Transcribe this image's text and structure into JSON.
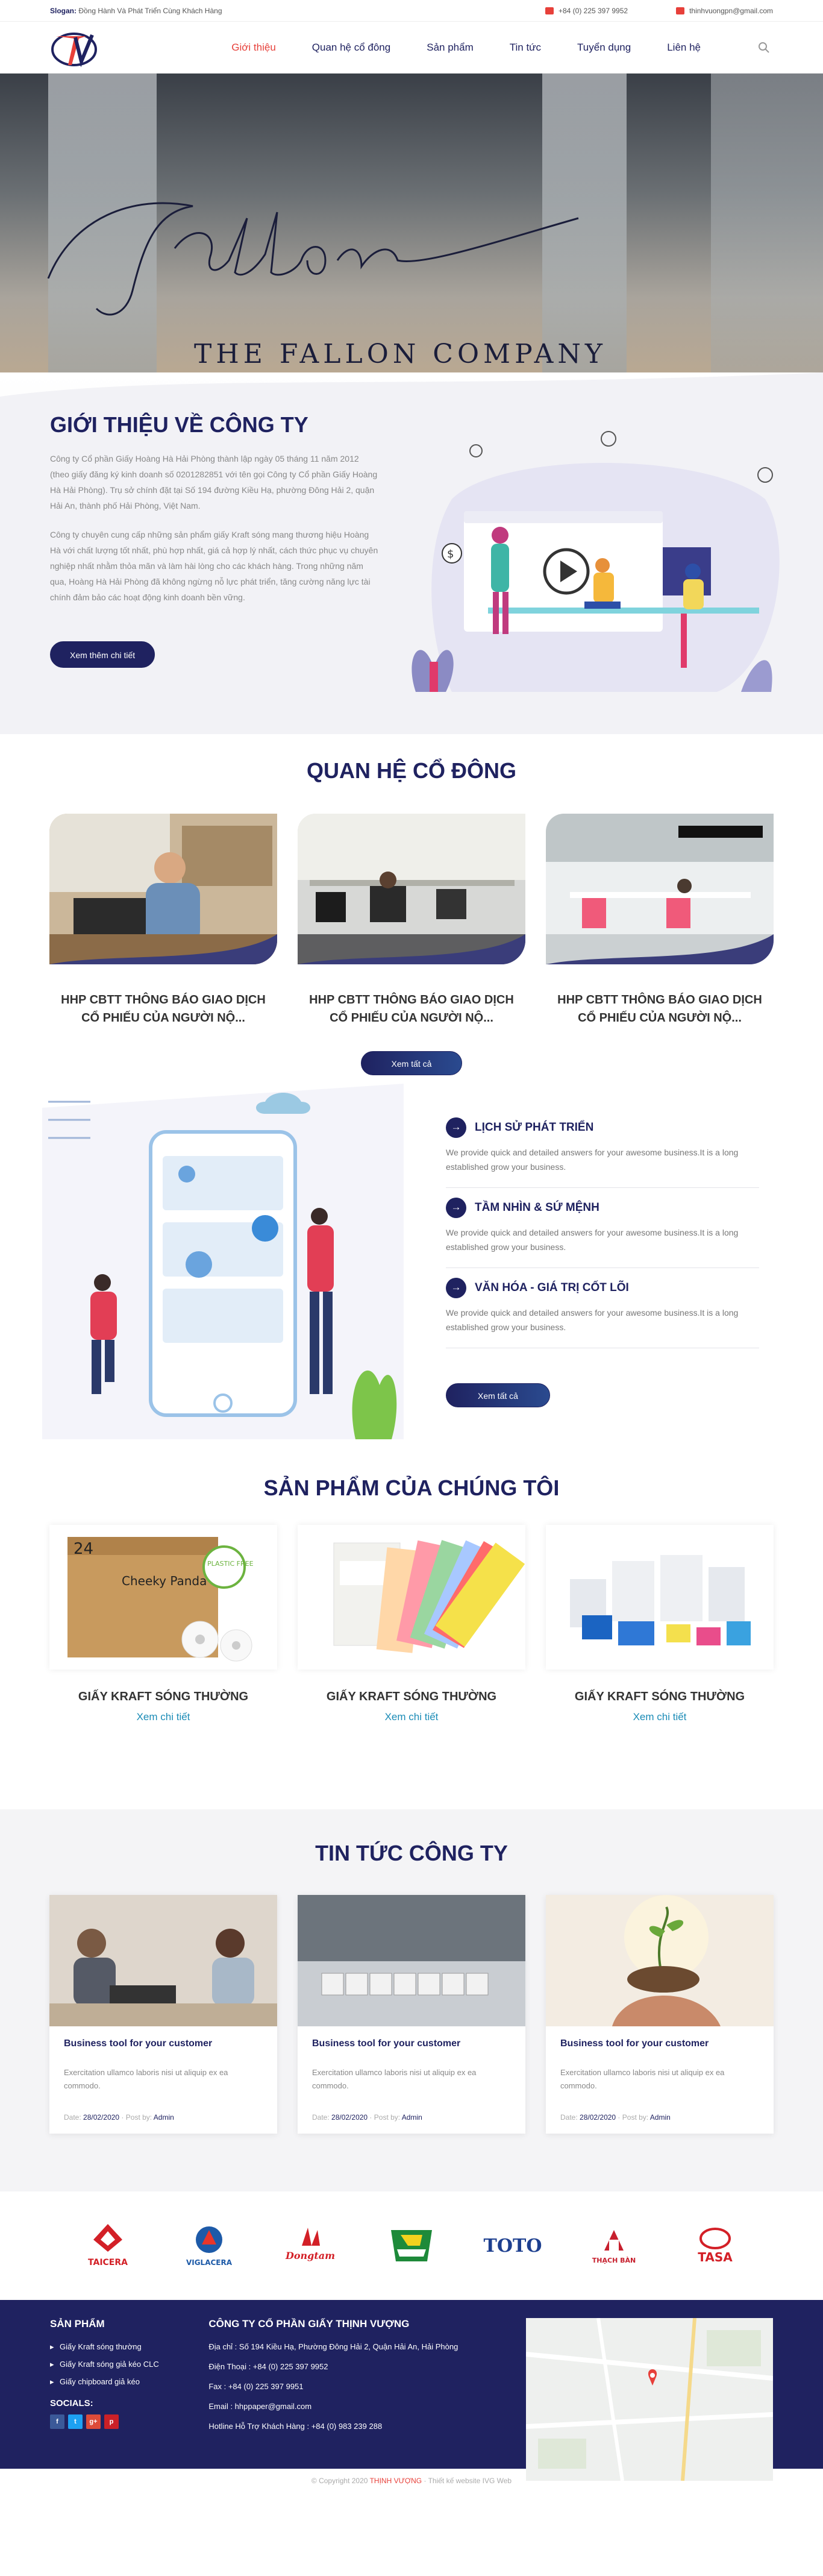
{
  "topbar": {
    "slogan_label": "Slogan:",
    "slogan_text": "Đồng Hành Và Phát Triển Cùng Khách Hàng",
    "phone": "+84 (0) 225 397 9952",
    "email": "thinhvuongpn@gmail.com"
  },
  "nav": {
    "items": [
      "Giới thiệu",
      "Quan hệ cổ đông",
      "Sản phẩm",
      "Tin tức",
      "Tuyển dụng",
      "Liên hệ"
    ],
    "active_color": "#e7403a"
  },
  "hero": {
    "company": "THE FALLON COMPANY",
    "signature": "Fallon"
  },
  "intro": {
    "title": "GIỚI THIỆU VỀ CÔNG TY",
    "p1": "Công ty Cổ phần Giấy Hoàng Hà Hải Phòng thành lập ngày 05 tháng 11 năm 2012 (theo giấy đăng ký kinh doanh số 0201282851 với tên gọi Công ty Cổ phần Giấy Hoàng Hà Hải Phòng). Trụ sở chính đặt tại Số 194 đường Kiều Hạ, phường Đông Hải 2, quận Hải An, thành phố Hải Phòng, Việt Nam.",
    "p2": "Công ty chuyên cung cấp những sản phẩm giấy Kraft sóng mang thương hiệu Hoàng Hà với chất lượng tốt nhất, phù hợp nhất, giá cả hợp lý nhất, cách thức phục vụ chuyên nghiệp nhất nhằm thỏa mãn và làm hài lòng cho các khách hàng. Trong những năm qua, Hoàng Hà Hải Phòng đã không ngừng nỗ lực phát triển, tăng cường năng lực tài chính đảm bảo các hoạt động kinh doanh bền vững.",
    "button": "Xem thêm chi tiết"
  },
  "shareholders": {
    "title": "QUAN HỆ CỔ ĐÔNG",
    "items": [
      {
        "title": "HHP CBTT THÔNG BÁO GIAO DỊCH CỔ PHIẾU CỦA NGƯỜI NỘ..."
      },
      {
        "title": "HHP CBTT THÔNG BÁO GIAO DỊCH CỔ PHIẾU CỦA NGƯỜI NỘ..."
      },
      {
        "title": "HHP CBTT THÔNG BÁO GIAO DỊCH CỔ PHIẾU CỦA NGƯỜI NỘ..."
      }
    ],
    "button": "Xem tất cả"
  },
  "about_tabs": {
    "items": [
      {
        "title": "LỊCH SỬ PHÁT TRIỂN",
        "text": "We provide quick and detailed answers for your awesome business.It is a long established grow your business."
      },
      {
        "title": "TẦM NHÌN & SỨ MỆNH",
        "text": "We provide quick and detailed answers for your awesome business.It is a long established grow your business."
      },
      {
        "title": "VĂN HÓA - GIÁ TRỊ CỐT LÕI",
        "text": "We provide quick and detailed answers for your awesome business.It is a long established grow your business."
      }
    ],
    "button": "Xem tất cả"
  },
  "products": {
    "title": "SẢN PHẨM CỦA CHÚNG TÔI",
    "items": [
      {
        "name": "GIẤY KRAFT SÓNG THƯỜNG",
        "link": "Xem chi tiết",
        "box_text": "Cheeky Panda",
        "badge": "PLASTIC FREE"
      },
      {
        "name": "GIẤY KRAFT SÓNG THƯỜNG",
        "link": "Xem chi tiết"
      },
      {
        "name": "GIẤY KRAFT SÓNG THƯỜNG",
        "link": "Xem chi tiết"
      }
    ]
  },
  "news": {
    "title": "TIN TỨC CÔNG TY",
    "items": [
      {
        "title": "Business tool for your customer",
        "excerpt": "Exercitation ullamco laboris nisi ut aliquip ex ea commodo.",
        "date_label": "Date:",
        "date": "28/02/2020",
        "post_label": "Post by:",
        "author": "Admin"
      },
      {
        "title": "Business tool for your customer",
        "excerpt": "Exercitation ullamco laboris nisi ut aliquip ex ea commodo.",
        "date_label": "Date:",
        "date": "28/02/2020",
        "post_label": "Post by:",
        "author": "Admin"
      },
      {
        "title": "Business tool for your customer",
        "excerpt": "Exercitation ullamco laboris nisi ut aliquip ex ea commodo.",
        "date_label": "Date:",
        "date": "28/02/2020",
        "post_label": "Post by:",
        "author": "Admin"
      }
    ]
  },
  "partners": [
    "TAICERA",
    "VIGLACERA",
    "Dongtam",
    "",
    "TOTO",
    "THẠCH BÀN",
    "TASA"
  ],
  "footer": {
    "products_title": "SẢN PHẨM",
    "products": [
      "Giấy Kraft sóng thường",
      "Giấy Kraft sóng giả kéo CLC",
      "Giấy chipboard giả kéo"
    ],
    "socials_title": "SOCIALS:",
    "company": "CÔNG TY CỔ PHẦN GIẤY THỊNH VƯỢNG",
    "address": "Địa chỉ : Số 194 Kiều Hạ, Phường Đông Hải 2, Quận Hải An, Hải Phòng",
    "phone": "Điện Thoại : +84 (0) 225 397 9952",
    "fax": "Fax : +84 (0) 225 397 9951",
    "email": "Email : hhppaper@gmail.com",
    "hotline": "Hotline Hỗ Trợ Khách Hàng : +84 (0) 983 239 288"
  },
  "copyright": {
    "prefix": "© Copyright 2020",
    "brand": "THỊNH VƯỢNG",
    "suffix": "· Thiết kế website IVG Web"
  }
}
